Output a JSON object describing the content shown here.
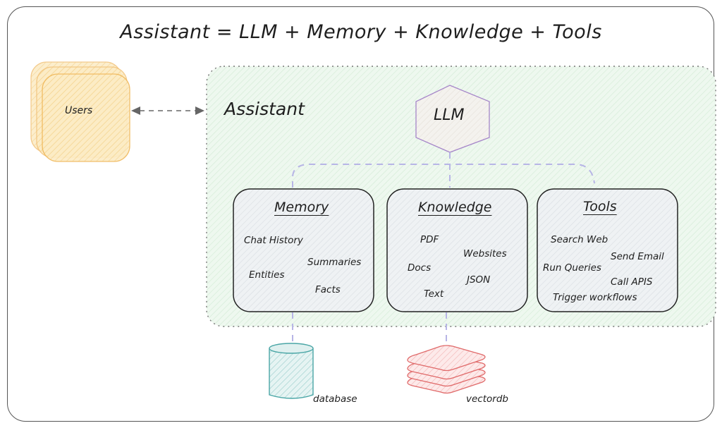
{
  "title": "Assistant = LLM + Memory + Knowledge + Tools",
  "users": {
    "label": "Users"
  },
  "assistant": {
    "label": "Assistant",
    "llm": {
      "label": "LLM"
    },
    "modules": [
      {
        "id": "memory",
        "title": "Memory",
        "items": [
          "Chat History",
          "Summaries",
          "Entities",
          "Facts"
        ]
      },
      {
        "id": "knowledge",
        "title": "Knowledge",
        "items": [
          "PDF",
          "Websites",
          "Docs",
          "JSON",
          "Text"
        ]
      },
      {
        "id": "tools",
        "title": "Tools",
        "items": [
          "Search Web",
          "Send Email",
          "Run Queries",
          "Call APIS",
          "Trigger workflows"
        ]
      }
    ]
  },
  "storage": [
    {
      "label": "database",
      "connected_to": "Memory"
    },
    {
      "label": "vectordb",
      "connected_to": "Knowledge"
    }
  ],
  "colors": {
    "users_fill": "#fbe6b4",
    "users_stroke": "#f0b85a",
    "assistant_fill": "#ebf6ec",
    "module_fill": "#eef1f3",
    "llm_stroke": "#a686c9",
    "connector": "#b7b5e6",
    "database_stroke": "#4aa6a6",
    "vectordb_stroke": "#e06a6a"
  }
}
